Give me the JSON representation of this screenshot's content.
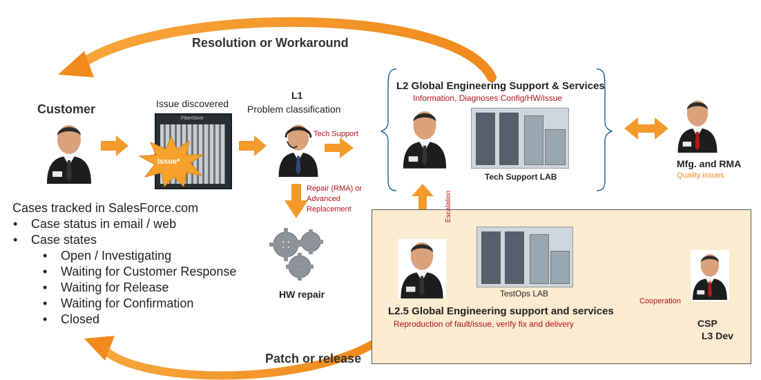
{
  "top_loop": {
    "label": "Resolution or Workaround"
  },
  "bottom_loop": {
    "label": "Patch or release"
  },
  "customer": {
    "title": "Customer"
  },
  "issue": {
    "title": "Issue discovered",
    "burst": "Issue*",
    "device_brand": "FiberStore"
  },
  "l1": {
    "title": "L1",
    "subtitle": "Problem classification",
    "tech_support": "Tech Support",
    "repair_note": [
      "Repair (RMA) or",
      "Advanced",
      "Replacement"
    ]
  },
  "hw_repair": {
    "label": "HW repair"
  },
  "l2": {
    "title": "L2 Global Engineering Support & Services",
    "subtitle": "Information, Diagnoses Config/HW/issue",
    "lab": "Tech Support LAB",
    "escalation": "Escalation"
  },
  "mfg": {
    "title": "Mfg. and RMA",
    "subtitle": "Quality issues"
  },
  "l25": {
    "title": "L2.5 Global Engineering support and services",
    "subtitle": "Reproduction of fault/issue, verify fix and delivery",
    "lab": "TestOps LAB"
  },
  "csp": {
    "title": "CSP",
    "subtitle": "L3 Dev",
    "cooperation": "Cooperation"
  },
  "cases": {
    "heading": "Cases tracked in SalesForce.com",
    "items": [
      "Case status in email / web",
      "Case states"
    ],
    "states": [
      "Open / Investigating",
      "Waiting for Customer Response",
      "Waiting for Release",
      "Waiting for Confirmation",
      "Closed"
    ]
  },
  "colors": {
    "orange": "#f39a2b",
    "red_text": "#b3121b",
    "quality": "#e88a1a",
    "panel": "#fbebd0",
    "brace": "#1e5f8c"
  }
}
